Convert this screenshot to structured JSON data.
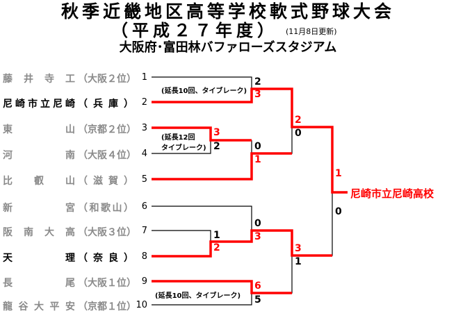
{
  "title": "秋季近畿地区高等学校軟式野球大会",
  "subtitle": "（平成２７年度）",
  "updated": "(11月8日更新)",
  "venue": "大阪府･富田林バファローズスタジアム",
  "teams": [
    {
      "seed": "1",
      "name": "藤井寺工",
      "region": "（大阪２位）"
    },
    {
      "seed": "2",
      "name": "尼崎市立尼崎",
      "region": "（兵庫）"
    },
    {
      "seed": "3",
      "name": "東山",
      "region": "（京都２位）"
    },
    {
      "seed": "4",
      "name": "河南",
      "region": "（大阪４位）"
    },
    {
      "seed": "5",
      "name": "比叡山",
      "region": "（滋賀）"
    },
    {
      "seed": "6",
      "name": "新宮",
      "region": "（和歌山）"
    },
    {
      "seed": "7",
      "name": "阪南大高",
      "region": "（大阪３位）"
    },
    {
      "seed": "8",
      "name": "天理",
      "region": "（奈良）"
    },
    {
      "seed": "9",
      "name": "長尾",
      "region": "（大阪１位）"
    },
    {
      "seed": "10",
      "name": "龍谷大平安",
      "region": "（京都１位）"
    }
  ],
  "scores": {
    "m1a": "2",
    "m1b": "3",
    "m2a": "3",
    "m2b": "2",
    "m3a": "0",
    "m3b": "1",
    "m4a": "1",
    "m4b": "2",
    "m5a": "0",
    "m5b": "3",
    "m6a": "6",
    "m6b": "5",
    "sf1a": "2",
    "sf1b": "0",
    "sf2a": "3",
    "sf2b": "1",
    "fa": "1",
    "fb": "0"
  },
  "notes": {
    "n1": "(延長10回、タイブレーク)",
    "n2a": "(延長12回",
    "n2b": "タイブレーク)",
    "n3": "(延長10回、タイブレーク)"
  },
  "champion": "尼崎市立尼崎高校",
  "colors": {
    "winner_line": "#ff0000",
    "loser_line": "#000000"
  }
}
